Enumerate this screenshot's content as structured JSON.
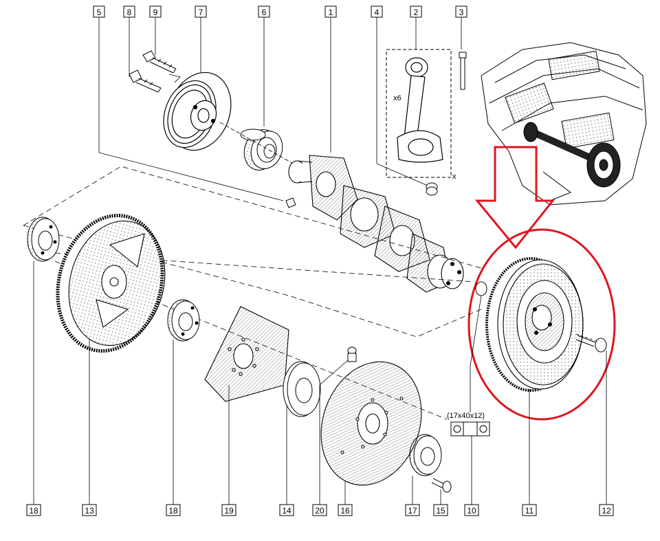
{
  "callouts": {
    "c5": "5",
    "c8": "8",
    "c9": "9",
    "c7": "7",
    "c6": "6",
    "c1": "1",
    "c4": "4",
    "c2": "2",
    "c3": "3",
    "c18a": "18",
    "c13": "13",
    "c18b": "18",
    "c19": "19",
    "c14": "14",
    "c20": "20",
    "c16": "16",
    "c17": "17",
    "c15": "15",
    "c10": "10",
    "c11": "11",
    "c12": "12"
  },
  "notes": {
    "rod_qty": "x6",
    "rod_mark": "x",
    "seal_size": "(17x40x12)"
  },
  "colors": {
    "line": "#000000",
    "highlight": "#e0141e",
    "hatch": "#555555"
  }
}
